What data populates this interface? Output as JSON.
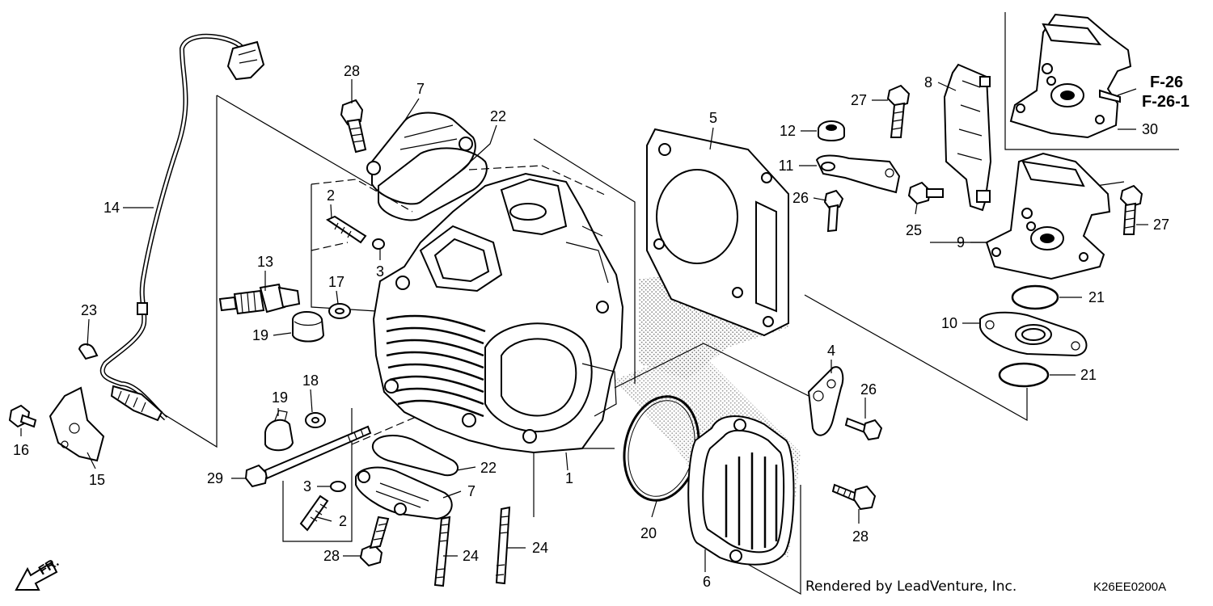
{
  "callouts": [
    {
      "id": "28a",
      "text": "28"
    },
    {
      "id": "7a",
      "text": "7"
    },
    {
      "id": "22a",
      "text": "22"
    },
    {
      "id": "14",
      "text": "14"
    },
    {
      "id": "2a",
      "text": "2"
    },
    {
      "id": "3a",
      "text": "3"
    },
    {
      "id": "13",
      "text": "13"
    },
    {
      "id": "17",
      "text": "17"
    },
    {
      "id": "23",
      "text": "23"
    },
    {
      "id": "19a",
      "text": "19"
    },
    {
      "id": "19b",
      "text": "19"
    },
    {
      "id": "18",
      "text": "18"
    },
    {
      "id": "16",
      "text": "16"
    },
    {
      "id": "15",
      "text": "15"
    },
    {
      "id": "29",
      "text": "29"
    },
    {
      "id": "3b",
      "text": "3"
    },
    {
      "id": "2b",
      "text": "2"
    },
    {
      "id": "7b",
      "text": "7"
    },
    {
      "id": "22b",
      "text": "22"
    },
    {
      "id": "28b",
      "text": "28"
    },
    {
      "id": "24a",
      "text": "24"
    },
    {
      "id": "24b",
      "text": "24"
    },
    {
      "id": "1",
      "text": "1"
    },
    {
      "id": "5",
      "text": "5"
    },
    {
      "id": "20",
      "text": "20"
    },
    {
      "id": "6",
      "text": "6"
    },
    {
      "id": "4",
      "text": "4"
    },
    {
      "id": "26a",
      "text": "26"
    },
    {
      "id": "28c",
      "text": "28"
    },
    {
      "id": "12",
      "text": "12"
    },
    {
      "id": "11",
      "text": "11"
    },
    {
      "id": "26b",
      "text": "26"
    },
    {
      "id": "27a",
      "text": "27"
    },
    {
      "id": "8",
      "text": "8"
    },
    {
      "id": "25",
      "text": "25"
    },
    {
      "id": "9",
      "text": "9"
    },
    {
      "id": "27b",
      "text": "27"
    },
    {
      "id": "21a",
      "text": "21"
    },
    {
      "id": "10",
      "text": "10"
    },
    {
      "id": "21b",
      "text": "21"
    },
    {
      "id": "30",
      "text": "30"
    }
  ],
  "references": {
    "ref1": "F-26",
    "ref2": "F-26-1"
  },
  "direction_label": "FR.",
  "credit": "Rendered by LeadVenture, Inc.",
  "diagram_code": "K26EE0200A"
}
